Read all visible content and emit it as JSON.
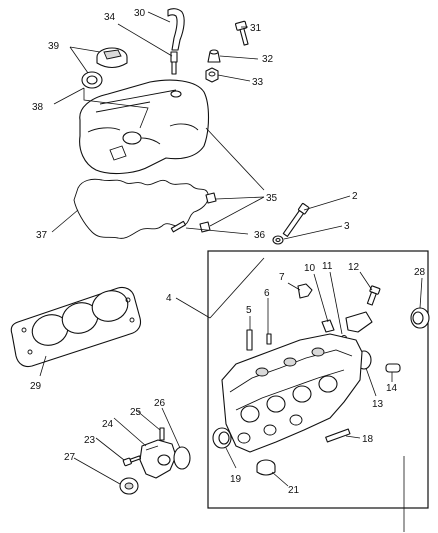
{
  "callouts": [
    "2",
    "3",
    "4",
    "5",
    "6",
    "7",
    "10",
    "11",
    "12",
    "13",
    "14",
    "18",
    "19",
    "21",
    "23",
    "24",
    "25",
    "26",
    "27",
    "28",
    "29",
    "30",
    "31",
    "32",
    "33",
    "34",
    "35",
    "36",
    "37",
    "38",
    "39"
  ],
  "colors": {
    "ink": "#111111",
    "background": "#ffffff",
    "shade": "#d9d9d9"
  }
}
